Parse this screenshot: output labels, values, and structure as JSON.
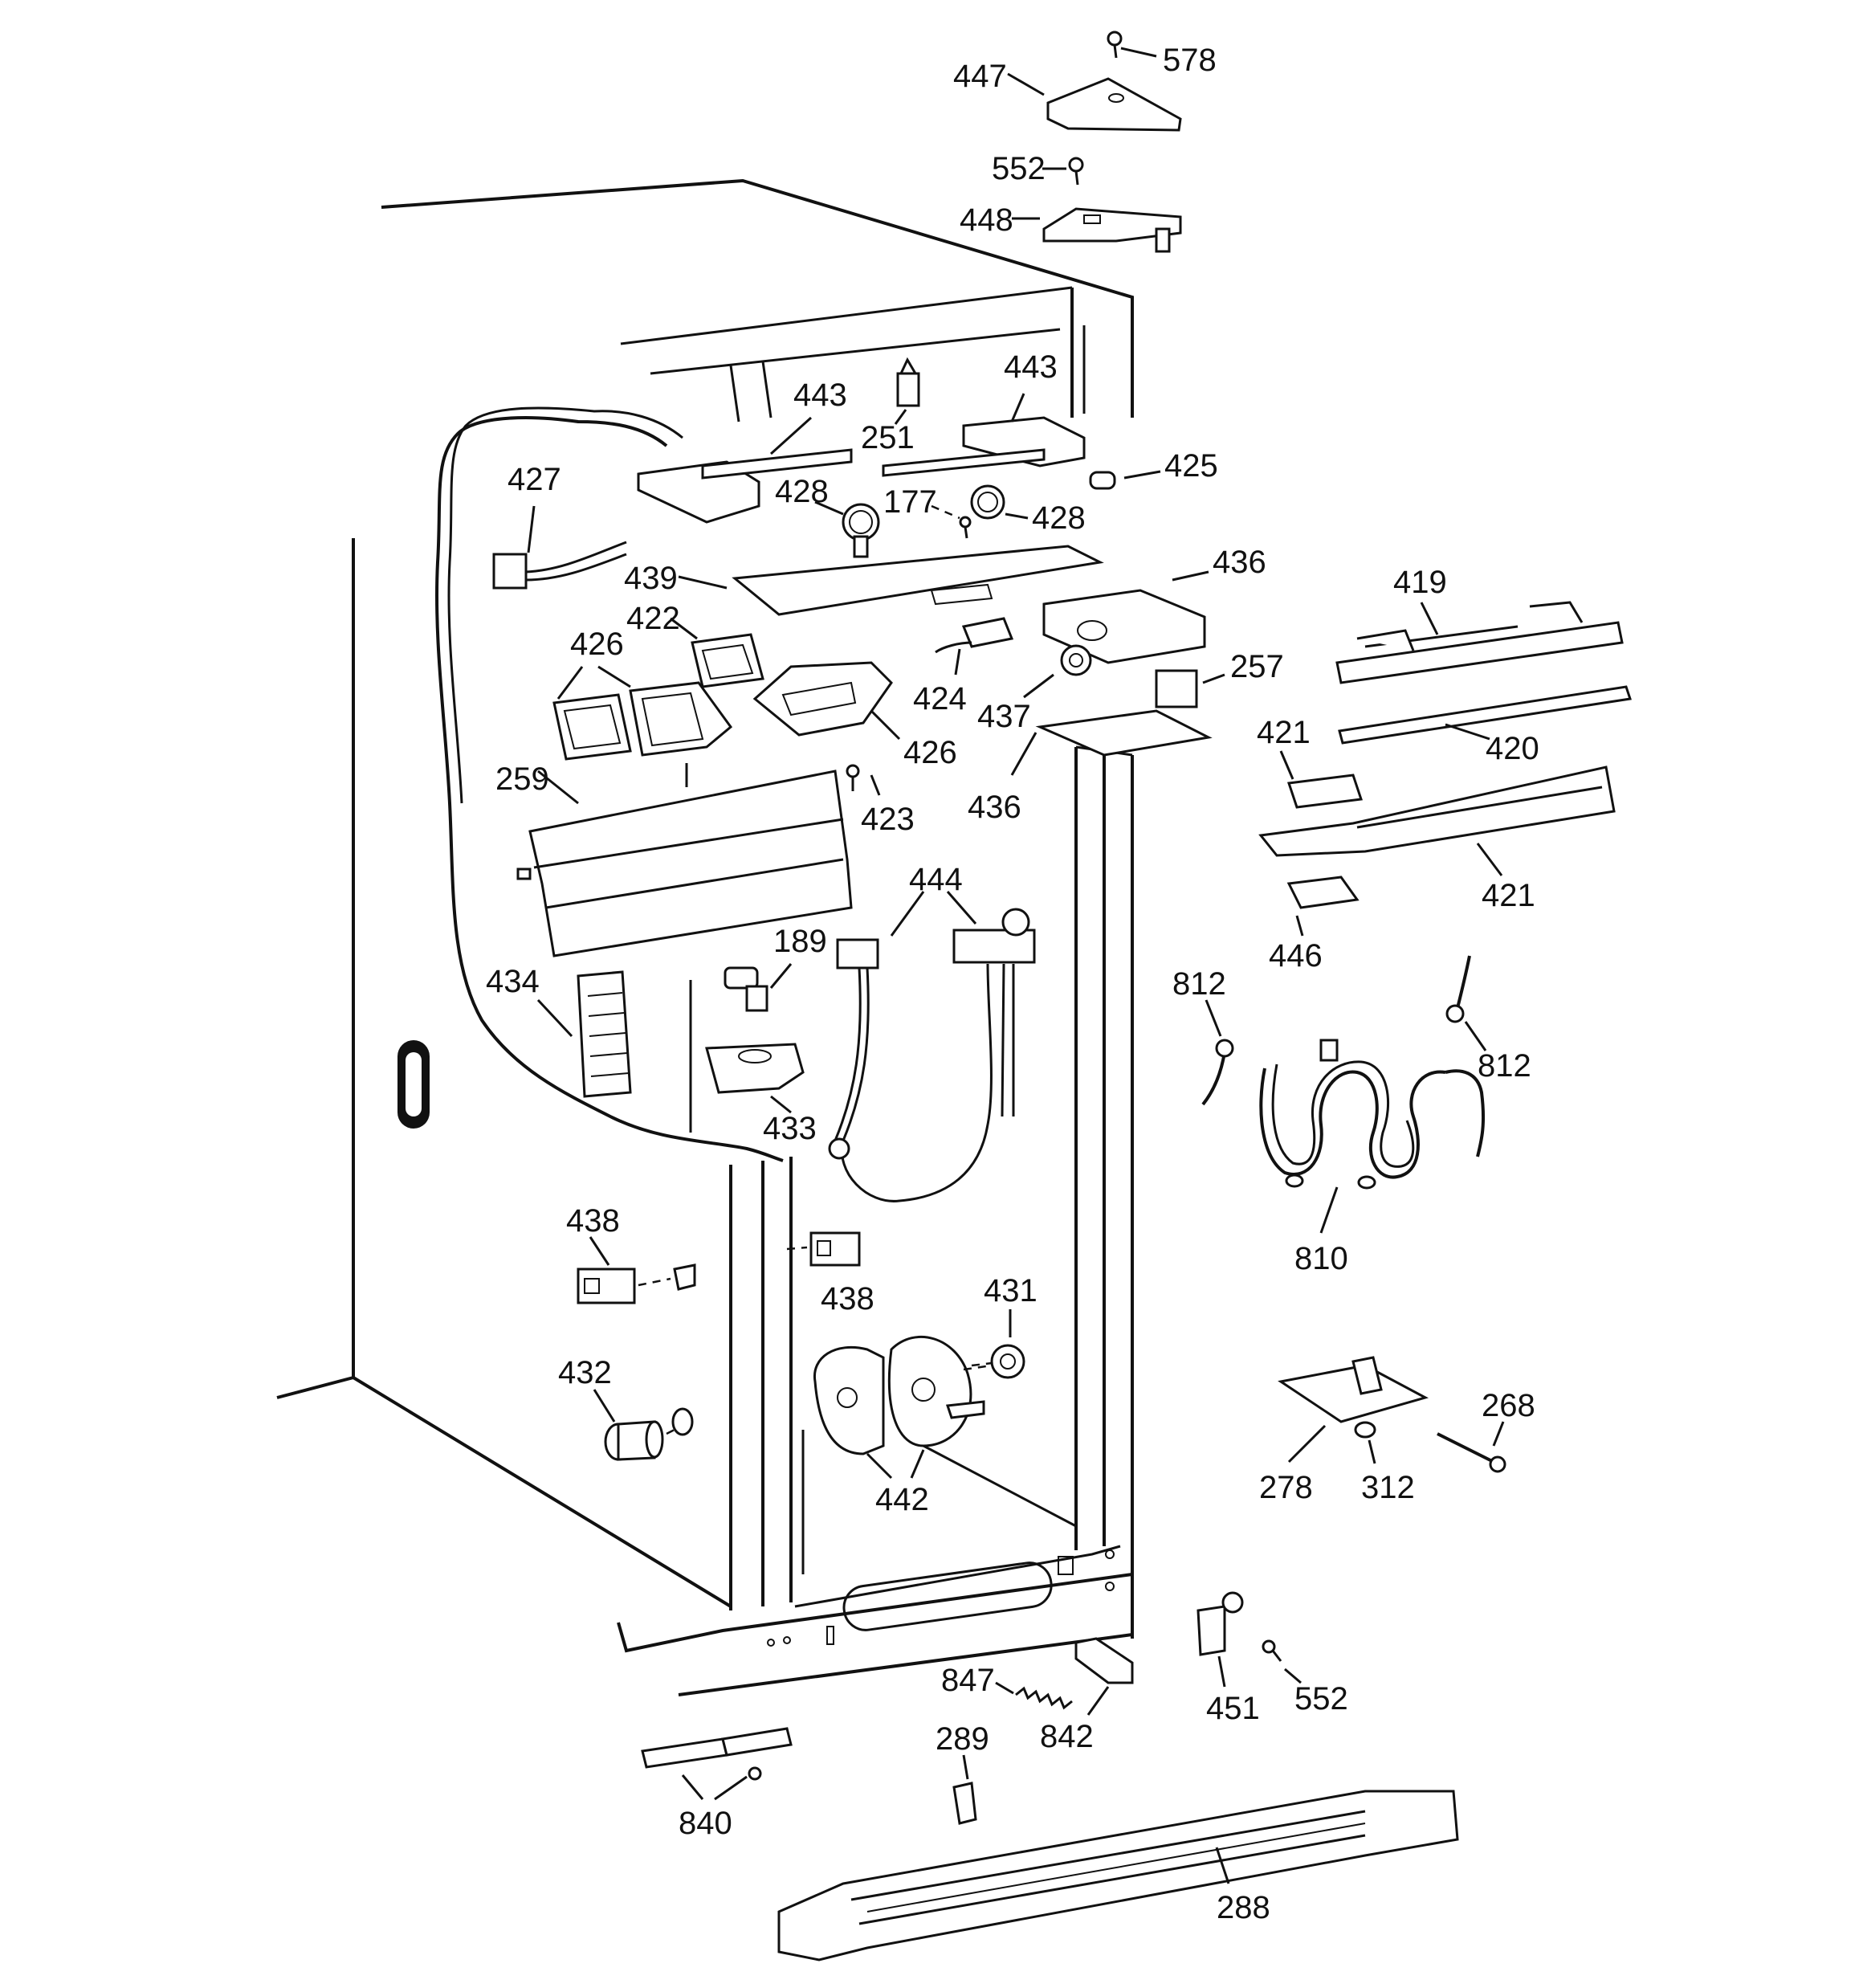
{
  "callouts": [
    {
      "id": "578",
      "text": "578"
    },
    {
      "id": "447",
      "text": "447"
    },
    {
      "id": "552a",
      "text": "552"
    },
    {
      "id": "448",
      "text": "448"
    },
    {
      "id": "443a",
      "text": "443"
    },
    {
      "id": "251",
      "text": "251"
    },
    {
      "id": "443b",
      "text": "443"
    },
    {
      "id": "425",
      "text": "425"
    },
    {
      "id": "427",
      "text": "427"
    },
    {
      "id": "428a",
      "text": "428"
    },
    {
      "id": "177",
      "text": "177"
    },
    {
      "id": "428b",
      "text": "428"
    },
    {
      "id": "439",
      "text": "439"
    },
    {
      "id": "436a",
      "text": "436"
    },
    {
      "id": "419",
      "text": "419"
    },
    {
      "id": "422",
      "text": "422"
    },
    {
      "id": "426a",
      "text": "426"
    },
    {
      "id": "424",
      "text": "424"
    },
    {
      "id": "437",
      "text": "437"
    },
    {
      "id": "257",
      "text": "257"
    },
    {
      "id": "426b",
      "text": "426"
    },
    {
      "id": "421a",
      "text": "421"
    },
    {
      "id": "420",
      "text": "420"
    },
    {
      "id": "259",
      "text": "259"
    },
    {
      "id": "423",
      "text": "423"
    },
    {
      "id": "436b",
      "text": "436"
    },
    {
      "id": "421b",
      "text": "421"
    },
    {
      "id": "444",
      "text": "444"
    },
    {
      "id": "446",
      "text": "446"
    },
    {
      "id": "189",
      "text": "189"
    },
    {
      "id": "812a",
      "text": "812"
    },
    {
      "id": "434",
      "text": "434"
    },
    {
      "id": "812b",
      "text": "812"
    },
    {
      "id": "433",
      "text": "433"
    },
    {
      "id": "810",
      "text": "810"
    },
    {
      "id": "438a",
      "text": "438"
    },
    {
      "id": "438b",
      "text": "438"
    },
    {
      "id": "431",
      "text": "431"
    },
    {
      "id": "432",
      "text": "432"
    },
    {
      "id": "268",
      "text": "268"
    },
    {
      "id": "442",
      "text": "442"
    },
    {
      "id": "278",
      "text": "278"
    },
    {
      "id": "312",
      "text": "312"
    },
    {
      "id": "847",
      "text": "847"
    },
    {
      "id": "451",
      "text": "451"
    },
    {
      "id": "552b",
      "text": "552"
    },
    {
      "id": "842",
      "text": "842"
    },
    {
      "id": "289",
      "text": "289"
    },
    {
      "id": "840",
      "text": "840"
    },
    {
      "id": "288",
      "text": "288"
    }
  ]
}
